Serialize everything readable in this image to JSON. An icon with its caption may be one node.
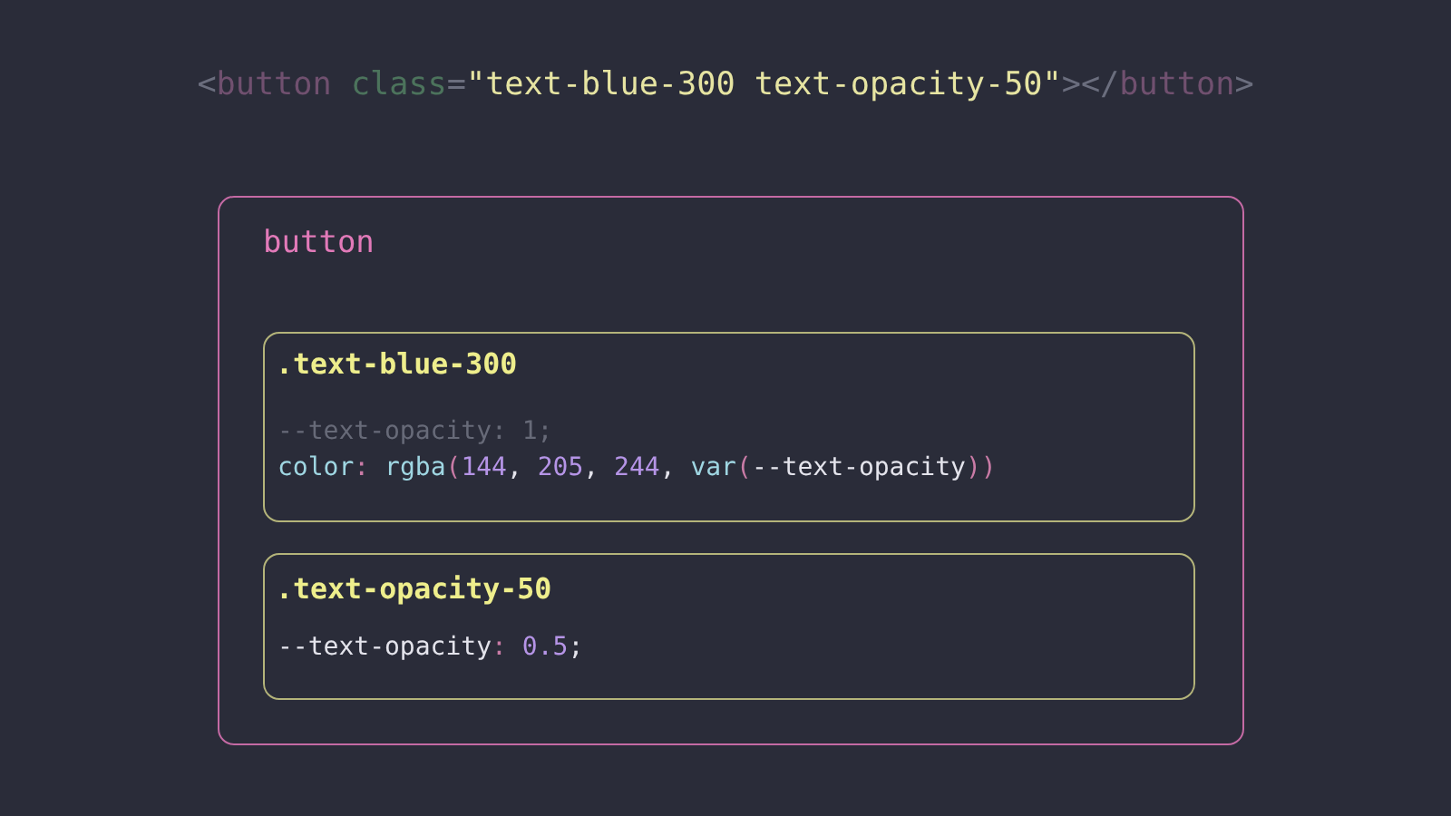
{
  "diagram": {
    "nodes": [
      {
        "text": [
          "button"
        ]
      },
      {
        "text": [
          ".text-blue-300",
          "--text-opacity: 1;",
          "color: rgba(144, 205, 244, var(--text-opacity))"
        ],
        "in": 0
      },
      {
        "text": [
          ".text-opacity-50",
          "--text-opacity: 0.5;"
        ],
        "in": 0
      }
    ],
    "labels": [
      "<button class=\"text-blue-300 text-opacity-50\"></button>"
    ]
  }
}
